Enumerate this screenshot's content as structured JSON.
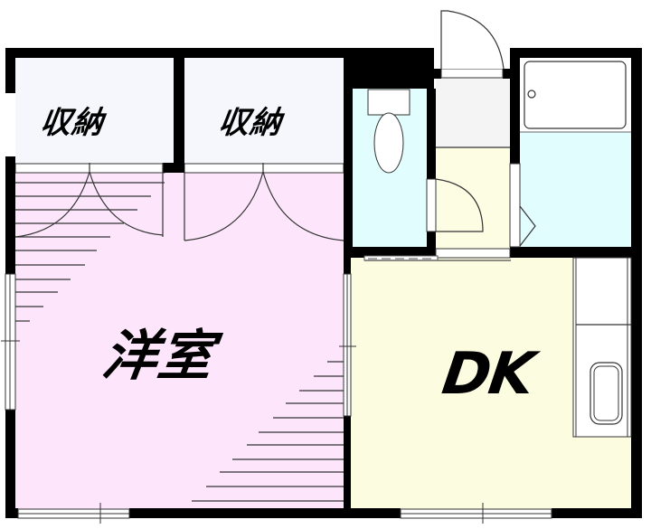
{
  "floor_plan": {
    "rooms": [
      {
        "id": "storage_1",
        "label": "収納",
        "color": "#f5f7fc"
      },
      {
        "id": "storage_2",
        "label": "収納",
        "color": "#f5f7fc"
      },
      {
        "id": "western_room",
        "label": "洋室",
        "color": "#fde6fb"
      },
      {
        "id": "dk",
        "label": "DK",
        "color": "#fcfde0"
      },
      {
        "id": "toilet",
        "label": "",
        "color": "#e1fdfe"
      },
      {
        "id": "bath",
        "label": "",
        "color": "#e1fdfe"
      },
      {
        "id": "entrance",
        "label": "",
        "color": "#f4f4f4"
      },
      {
        "id": "hall",
        "label": "",
        "color": "#fdfde4"
      }
    ],
    "colors": {
      "wall": "#000000",
      "line": "#333333",
      "fixture": "#ffffff"
    }
  }
}
